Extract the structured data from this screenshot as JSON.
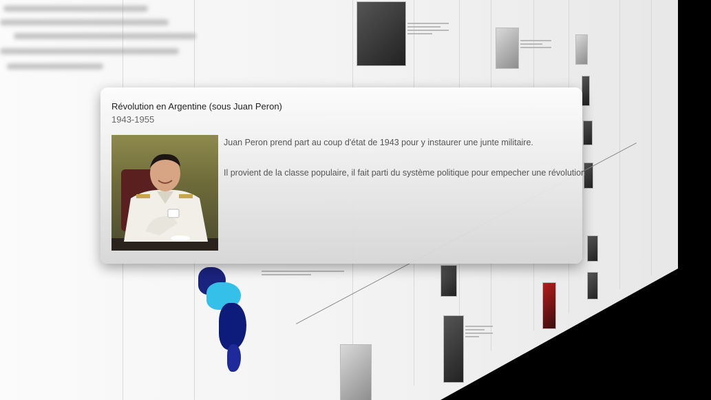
{
  "popup": {
    "title": "Révolution en Argentine (sous Juan Peron)",
    "dates": "1943-1955",
    "photo_icon": "juan-peron-portrait",
    "paragraphs": [
      "Juan Peron prend part au coup d'état de 1943 pour y instaurer une junte militaire.",
      "Il provient de la classe populaire, il fait parti du système politique pour empecher une révolution"
    ]
  },
  "colors": {
    "background": "#ffffff",
    "map_dark": "#0d1b7a",
    "map_light": "#34c0e8"
  }
}
